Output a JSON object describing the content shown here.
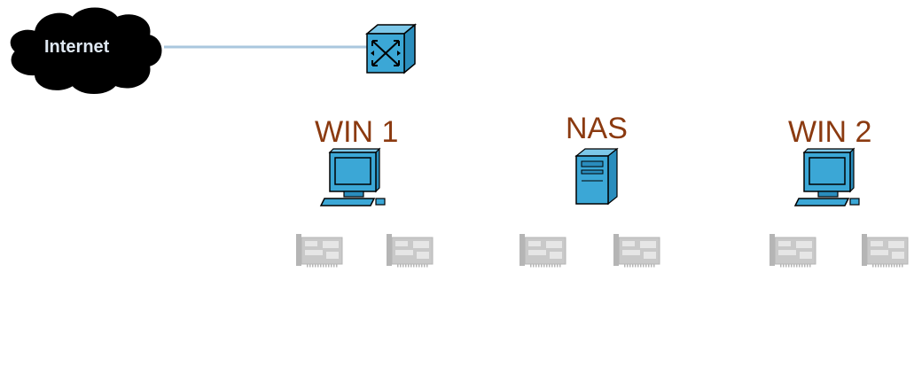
{
  "diagram": {
    "cloud": {
      "label": "Internet",
      "icon": "cloud-icon"
    },
    "switch": {
      "icon": "switch-icon"
    },
    "nodes": [
      {
        "label": "WIN 1",
        "icon": "desktop-computer-icon"
      },
      {
        "label": "NAS",
        "icon": "server-tower-icon"
      },
      {
        "label": "WIN 2",
        "icon": "desktop-computer-icon"
      }
    ],
    "nic_icon": "network-card-icon",
    "colors": {
      "label": "#8B3A10",
      "device_fill": "#3BA7D6",
      "device_stroke": "#000000",
      "link": "#A9C7DE",
      "cloud_fill": "#000000",
      "cloud_text": "#DFE8F2",
      "nic": "#B5B5B5"
    }
  }
}
